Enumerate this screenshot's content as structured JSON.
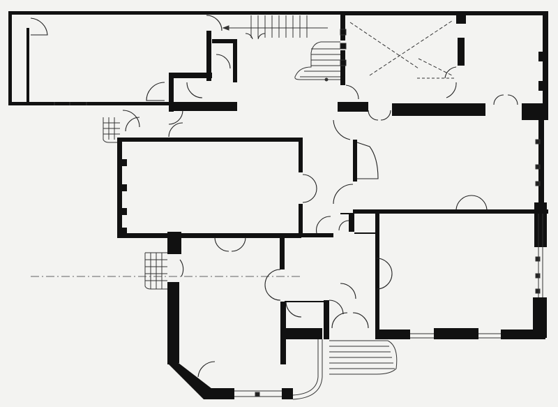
{
  "image": {
    "kind": "architectural floor plan",
    "labels": []
  },
  "colors": {
    "paper": "#f3f3f1",
    "ink": "#111111",
    "fine_line": "#333333",
    "speckle": "#d9d9d6"
  },
  "rooms": [
    {
      "id": "long-gallery"
    },
    {
      "id": "service-corridor"
    },
    {
      "id": "main-stair-hall"
    },
    {
      "id": "upper-right-room-a"
    },
    {
      "id": "upper-right-room-b"
    },
    {
      "id": "drawing-room"
    },
    {
      "id": "central-hall"
    },
    {
      "id": "east-salon"
    },
    {
      "id": "vestibule"
    },
    {
      "id": "bay-room"
    },
    {
      "id": "entrance-porch"
    }
  ]
}
